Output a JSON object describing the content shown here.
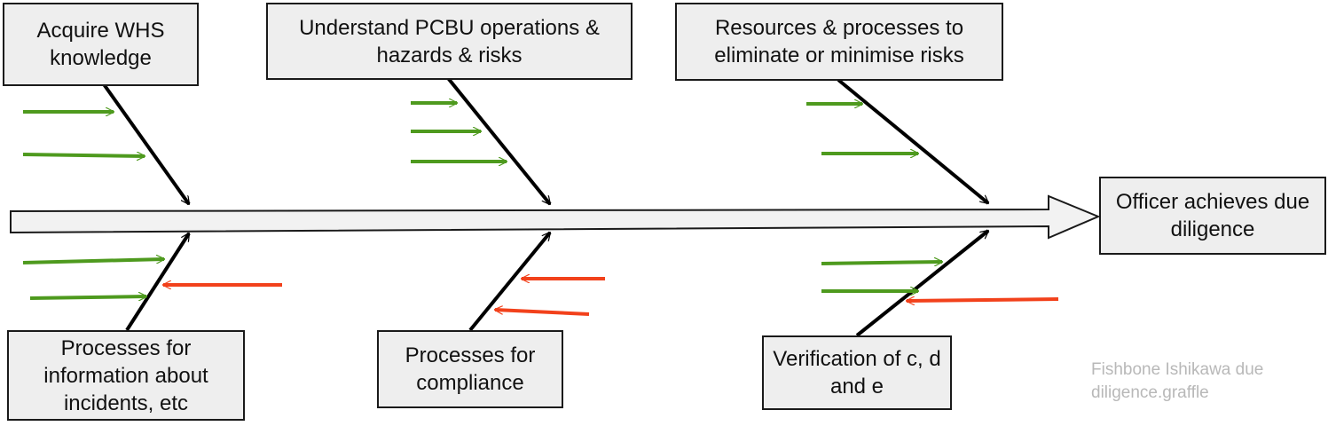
{
  "diagram": {
    "categories": {
      "top_left": "Acquire WHS knowledge",
      "top_middle": "Understand PCBU operations & hazards & risks",
      "top_right": "Resources & processes to eliminate or minimise risks",
      "bottom_left": "Processes for information about incidents, etc",
      "bottom_middle": "Processes for compliance",
      "bottom_right": "Verification of c, d and e"
    },
    "effect": "Officer achieves due diligence",
    "watermark": "Fishbone Ishikawa due diligence.graffle"
  },
  "colors": {
    "positive_cause": "#4e9a1e",
    "negative_cause": "#f2411b",
    "bone": "#000000",
    "box_fill": "#eeeeee",
    "watermark": "#b8b8b8"
  }
}
